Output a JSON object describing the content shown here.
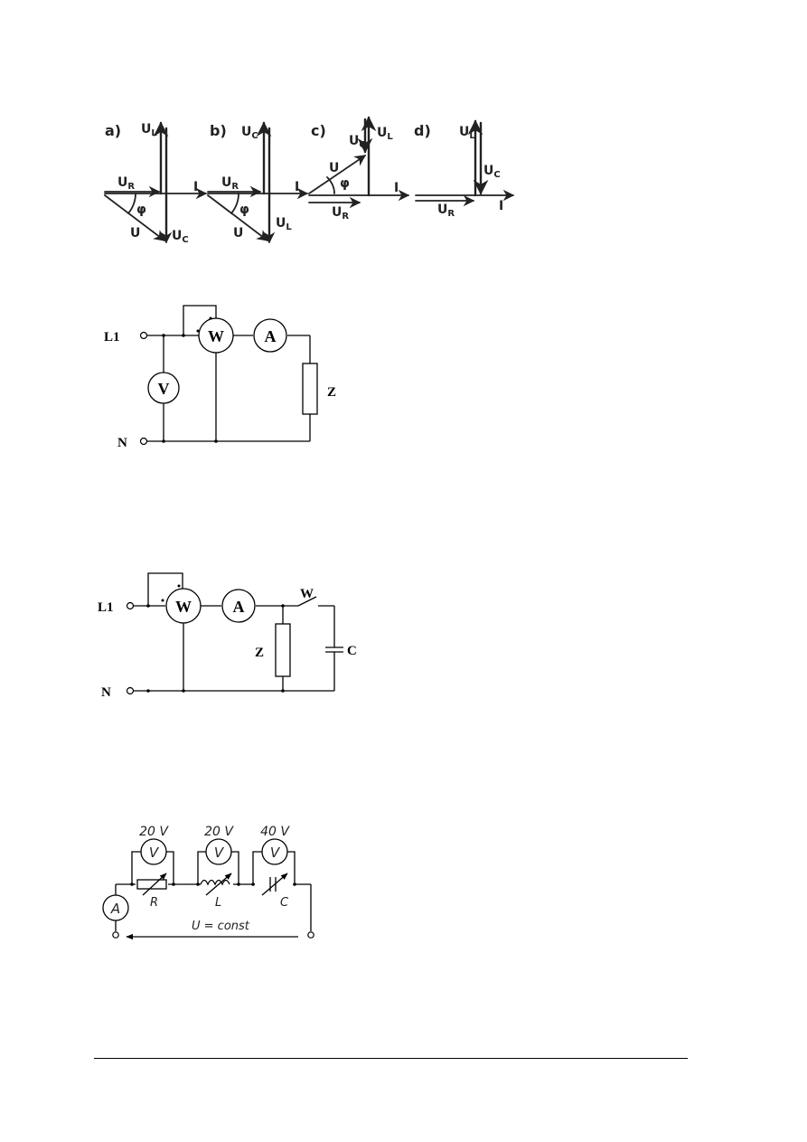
{
  "phasor_diagrams": {
    "a": {
      "label": "a)",
      "UL": "U",
      "UL_sub": "L",
      "UR": "U",
      "UR_sub": "R",
      "I": "I",
      "phi": "φ",
      "U": "U",
      "UC": "U",
      "UC_sub": "C"
    },
    "b": {
      "label": "b)",
      "UC": "U",
      "UC_sub": "C",
      "UR": "U",
      "UR_sub": "R",
      "I": "I",
      "phi": "φ",
      "U": "U",
      "UL": "U",
      "UL_sub": "L"
    },
    "c": {
      "label": "c)",
      "UC": "U",
      "UC_sub": "C",
      "UL": "U",
      "UL_sub": "L",
      "U": "U",
      "phi": "φ",
      "I": "I",
      "UR": "U",
      "UR_sub": "R"
    },
    "d": {
      "label": "d)",
      "UL": "U",
      "UL_sub": "L",
      "UC": "U",
      "UC_sub": "C",
      "UR": "U",
      "UR_sub": "R",
      "I": "I"
    }
  },
  "circuit1": {
    "L1": "L1",
    "N": "N",
    "W": "W",
    "A": "A",
    "V": "V",
    "Z": "Z"
  },
  "circuit2": {
    "L1": "L1",
    "N": "N",
    "W": "W",
    "A": "A",
    "Z": "Z",
    "switch": "W",
    "C": "C"
  },
  "circuit3": {
    "v1_reading": "20 V",
    "v2_reading": "20 V",
    "v3_reading": "40 V",
    "V": "V",
    "A": "A",
    "R": "R",
    "L": "L",
    "C": "C",
    "supply": "U = const"
  }
}
